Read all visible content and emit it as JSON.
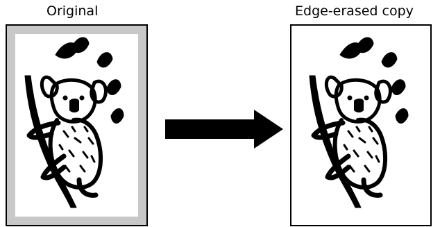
{
  "labels": {
    "original": "Original",
    "erased": "Edge-erased copy"
  },
  "images": {
    "original": "koala-illustration",
    "erased": "koala-illustration"
  },
  "arrow": "right-arrow-icon",
  "colors": {
    "border": "#000000",
    "margin_gray": "#c8c8c8",
    "page": "#ffffff",
    "ink": "#000000"
  }
}
